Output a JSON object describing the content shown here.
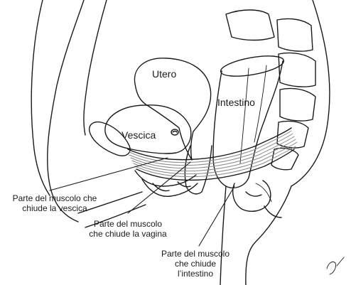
{
  "diagram": {
    "organ_labels": {
      "uterus": "Utero",
      "bladder": "Vescica",
      "intestine": "Intestino"
    },
    "captions": {
      "bladder_muscle": [
        "Parte del muscolo che",
        "chiude la vescica"
      ],
      "vagina_muscle": [
        "Parte del muscolo",
        "che chiude la vagina"
      ],
      "intestine_muscle": [
        "Parte del muscolo",
        "che chiude",
        "l’intestino"
      ]
    },
    "colors": {
      "ink": "#1a1a1a",
      "muscle": "#8a8a8a",
      "background": "#ffffff"
    }
  }
}
